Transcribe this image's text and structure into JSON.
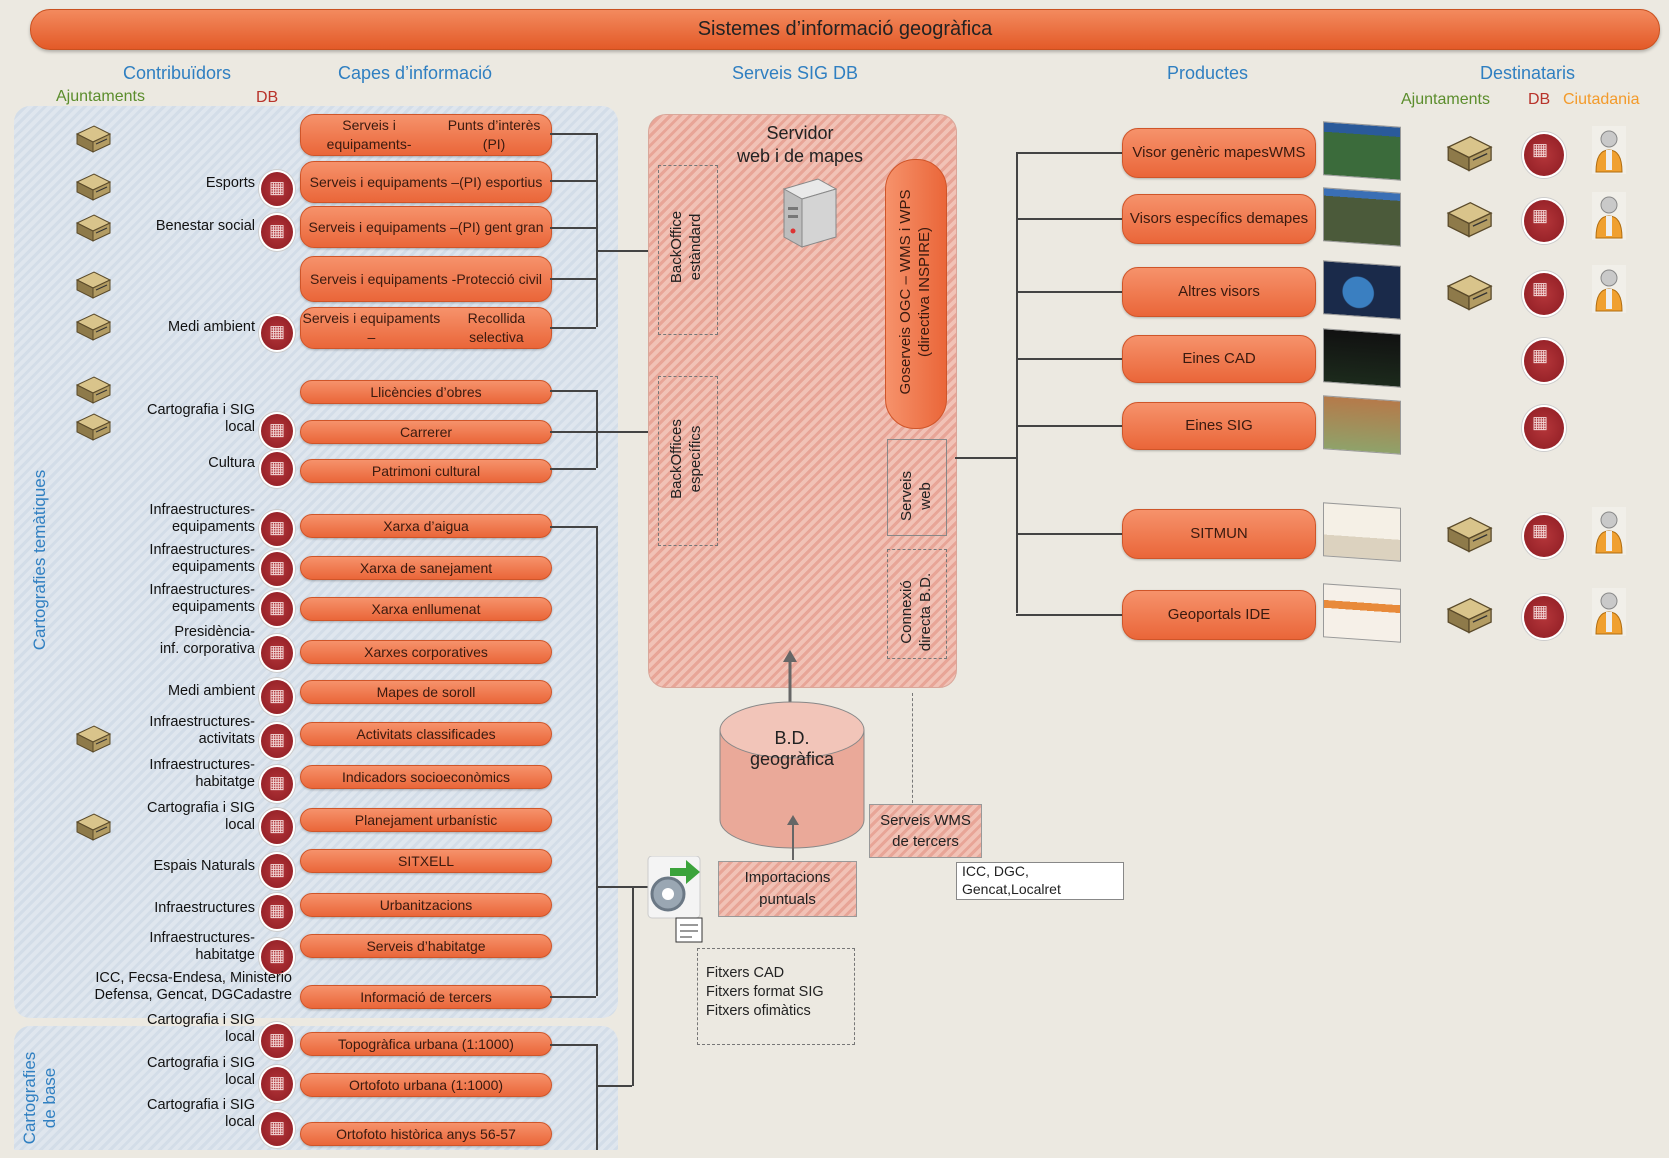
{
  "title": "Sistemes d’informació geogràfica",
  "headers": {
    "contribuidors": "Contribuïdors",
    "capes": "Capes d’informació",
    "serveis": "Serveis SIG DB",
    "productes": "Productes",
    "destinataris": "Destinataris",
    "ajuntaments_left": "Ajuntaments",
    "db_left": "DB",
    "ajuntaments_right": "Ajuntaments",
    "db_right": "DB",
    "ciutadania": "Ciutadania"
  },
  "panels": {
    "tematiques": "Cartografies temàtiques",
    "base_line1": "Cartografies",
    "base_line2": "de base"
  },
  "layers": [
    {
      "l1": "Serveis i equipaments-",
      "l2": "Punts d’interès (PI)"
    },
    {
      "l1": "Serveis i equipaments –",
      "l2": "(PI) esportius"
    },
    {
      "l1": "Serveis i equipaments –",
      "l2": "(PI) gent gran"
    },
    {
      "l1": "Serveis i equipaments -",
      "l2": "Protecció civil"
    },
    {
      "l1": "Serveis i equipaments –",
      "l2": "Recollida selectiva"
    },
    {
      "l1": "Llicències d’obres",
      "l2": ""
    },
    {
      "l1": "Carrerer",
      "l2": ""
    },
    {
      "l1": "Patrimoni cultural",
      "l2": ""
    },
    {
      "l1": "Xarxa d’aigua",
      "l2": ""
    },
    {
      "l1": "Xarxa de sanejament",
      "l2": ""
    },
    {
      "l1": "Xarxa enllumenat",
      "l2": ""
    },
    {
      "l1": "Xarxes corporatives",
      "l2": ""
    },
    {
      "l1": "Mapes de soroll",
      "l2": ""
    },
    {
      "l1": "Activitats classificades",
      "l2": ""
    },
    {
      "l1": "Indicadors socioeconòmics",
      "l2": ""
    },
    {
      "l1": "Planejament urbanístic",
      "l2": ""
    },
    {
      "l1": "SITXELL",
      "l2": ""
    },
    {
      "l1": "Urbanitzacions",
      "l2": ""
    },
    {
      "l1": "Serveis d’habitatge",
      "l2": ""
    },
    {
      "l1": "Informació de tercers",
      "l2": ""
    },
    {
      "l1": "Topogràfica urbana (1:1000)",
      "l2": ""
    },
    {
      "l1": "Ortofoto urbana (1:1000)",
      "l2": ""
    },
    {
      "l1": "Ortofoto històrica anys 56-57",
      "l2": ""
    }
  ],
  "contributors": [
    {
      "l1": "Esports",
      "l2": ""
    },
    {
      "l1": "Benestar social",
      "l2": ""
    },
    {
      "l1": "Medi ambient",
      "l2": ""
    },
    {
      "l1": "Cartografia i SIG",
      "l2": "local"
    },
    {
      "l1": "Cultura",
      "l2": ""
    },
    {
      "l1": "Infraestructures-",
      "l2": "equipaments"
    },
    {
      "l1": "Infraestructures-",
      "l2": "equipaments"
    },
    {
      "l1": "Infraestructures-",
      "l2": "equipaments"
    },
    {
      "l1": "Presidència-",
      "l2": "inf. corporativa"
    },
    {
      "l1": "Medi ambient",
      "l2": ""
    },
    {
      "l1": "Infraestructures-",
      "l2": "activitats"
    },
    {
      "l1": "Infraestructures-",
      "l2": "habitatge"
    },
    {
      "l1": "Cartografia i SIG",
      "l2": "local"
    },
    {
      "l1": "Espais Naturals",
      "l2": ""
    },
    {
      "l1": "Infraestructures",
      "l2": ""
    },
    {
      "l1": "Infraestructures-",
      "l2": "habitatge"
    },
    {
      "l1": "ICC, Fecsa-Endesa, Ministerio",
      "l2": "Defensa, Gencat, DGCadastre"
    },
    {
      "l1": "Cartografia i SIG",
      "l2": "local"
    },
    {
      "l1": "Cartografia i SIG",
      "l2": "local"
    },
    {
      "l1": "Cartografia i SIG",
      "l2": "local"
    }
  ],
  "server": {
    "title_l1": "Servidor",
    "title_l2": "web i  de mapes",
    "backoffice_std_l1": "BackOffice",
    "backoffice_std_l2": "estàndard",
    "backoffices_esp_l1": "BackOffices",
    "backoffices_esp_l2": "específics",
    "goserveis_l1": "Goserveis OGC – WMS i WPS",
    "goserveis_l2": "(directiva INSPIRE)",
    "serveis_web_l1": "Serveis",
    "serveis_web_l2": "web",
    "connexio_l1": "Connexió",
    "connexio_l2": "directa B.D."
  },
  "database": {
    "l1": "B.D.",
    "l2": "geogràfica"
  },
  "importacions": {
    "l1": "Importacions",
    "l2": "puntuals"
  },
  "wms_tercers": {
    "l1": "Serveis WMS",
    "l2": "de tercers"
  },
  "icc_box": {
    "l1": "ICC, DGC,",
    "l2": "Gencat,Localret"
  },
  "files": [
    "Fitxers CAD",
    "Fitxers format SIG",
    "Fitxers ofimàtics"
  ],
  "products": [
    {
      "l1": "Visor genèric mapes",
      "l2": "WMS"
    },
    {
      "l1": "Visors específics de",
      "l2": "mapes"
    },
    {
      "l1": "Altres visors",
      "l2": ""
    },
    {
      "l1": "Eines CAD",
      "l2": ""
    },
    {
      "l1": "Eines SIG",
      "l2": ""
    },
    {
      "l1": "SITMUN",
      "l2": ""
    },
    {
      "l1": "Geoportals IDE",
      "l2": ""
    }
  ],
  "colors": {
    "accent_orange": "#ea6639",
    "header_blue": "#2f7fc1",
    "db_red": "#b8332a",
    "ajuntaments_green": "#5b8d2c",
    "ciutadania_orange": "#f39a2a"
  }
}
